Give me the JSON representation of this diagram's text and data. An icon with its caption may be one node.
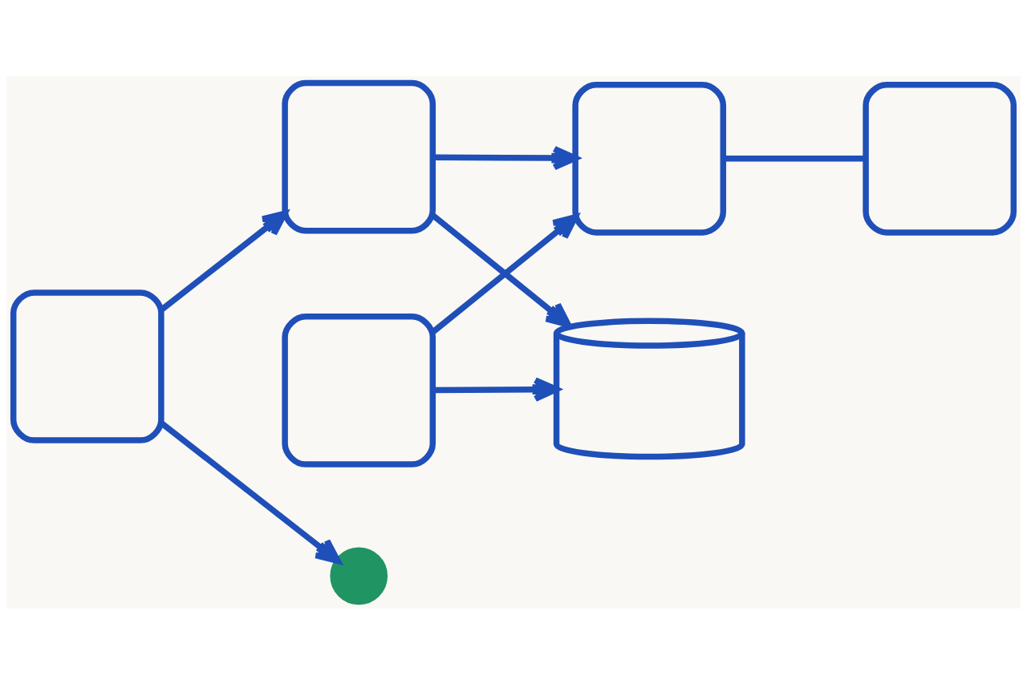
{
  "diagram": {
    "nodes": [
      {
        "text": [],
        "shape": "box"
      },
      {
        "text": [],
        "shape": "box"
      },
      {
        "text": [],
        "shape": "circle"
      },
      {
        "text": [],
        "shape": "box"
      },
      {
        "text": [],
        "shape": "cylinder"
      },
      {
        "text": [],
        "shape": "box"
      },
      {
        "text": [],
        "shape": "box"
      }
    ],
    "edges": [
      {
        "from": 0,
        "to": 1,
        "arrow": "to"
      },
      {
        "from": 0,
        "to": 2,
        "arrow": "to"
      },
      {
        "from": 1,
        "to": 3,
        "arrow": "to"
      },
      {
        "from": 1,
        "to": 4,
        "arrow": "to"
      },
      {
        "from": 6,
        "to": 3,
        "arrow": "to"
      },
      {
        "from": 6,
        "to": 4,
        "arrow": "to"
      },
      {
        "from": 3,
        "to": 5,
        "arrow": "none"
      }
    ]
  }
}
